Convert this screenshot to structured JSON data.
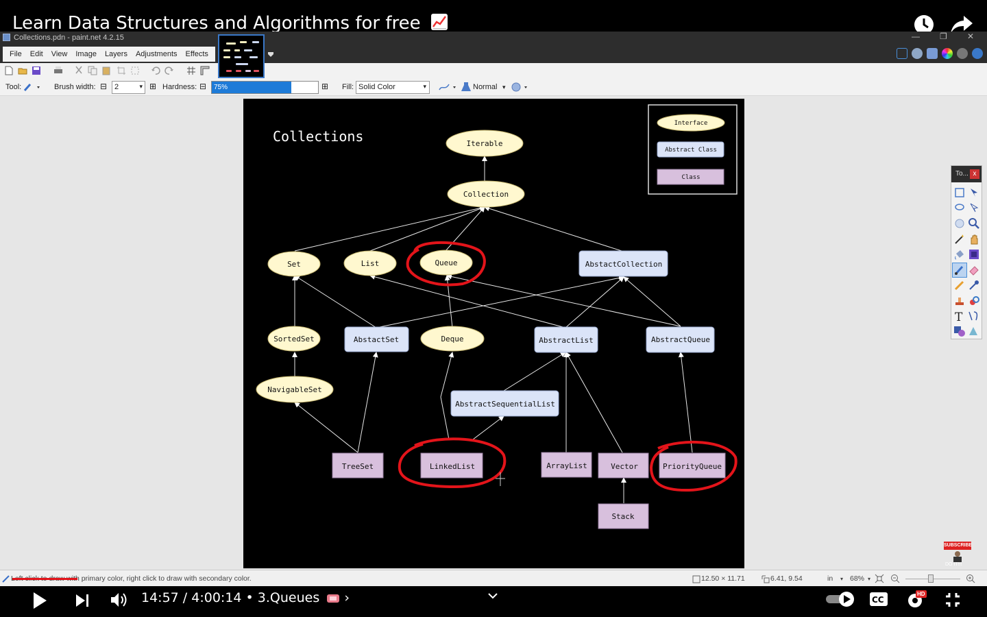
{
  "video": {
    "title": "Learn Data Structures and Algorithms for free",
    "time_current": "14:57",
    "time_total": "4:00:14",
    "chapter": "3.Queues",
    "time_display": "14:57 / 4:00:14 • 3.Queues",
    "hd_badge": "HD",
    "subscribe_label": "SUBSCRIBE",
    "subscribe_sub": "DO IT!!!"
  },
  "paint": {
    "window_title": "Collections.pdn - paint.net 4.2.15",
    "menu": [
      "File",
      "Edit",
      "View",
      "Image",
      "Layers",
      "Adjustments",
      "Effects"
    ],
    "toolbar": {
      "tool_label": "Tool:",
      "brush_width_label": "Brush width:",
      "brush_width_value": "2",
      "hardness_label": "Hardness:",
      "hardness_value": "75%",
      "hardness_fraction": 0.75,
      "fill_label": "Fill:",
      "fill_value": "Solid Color",
      "blend_mode": "Normal"
    },
    "tools_window_title": "To...",
    "tools_close": "x",
    "status": {
      "hint": "Left click to draw with primary color, right click to draw with secondary color.",
      "size": "12.50 × 11.71",
      "position": "6.41, 9.54",
      "units": "in",
      "zoom": "68%"
    }
  },
  "diagram": {
    "title": "Collections",
    "legend": {
      "interface": "Interface",
      "abstract_class": "Abstract Class",
      "class": "Class"
    },
    "nodes": {
      "iterable": "Iterable",
      "collection": "Collection",
      "set": "Set",
      "list": "List",
      "queue": "Queue",
      "abstact_collection": "AbstactCollection",
      "sorted_set": "SortedSet",
      "abstact_set": "AbstactSet",
      "deque": "Deque",
      "abstract_list": "AbstractList",
      "abstract_queue": "AbstractQueue",
      "navigable_set": "NavigableSet",
      "abstract_sequential_list": "AbstractSequentialList",
      "tree_set": "TreeSet",
      "linked_list": "LinkedList",
      "array_list": "ArrayList",
      "vector": "Vector",
      "priority_queue": "PriorityQueue",
      "stack": "Stack"
    },
    "colors": {
      "interface": "#fff8cf",
      "abstract_class": "#dbe4f8",
      "class": "#d8c0dd",
      "highlight": "#e3141a",
      "accent": "#1e7bd8"
    }
  }
}
